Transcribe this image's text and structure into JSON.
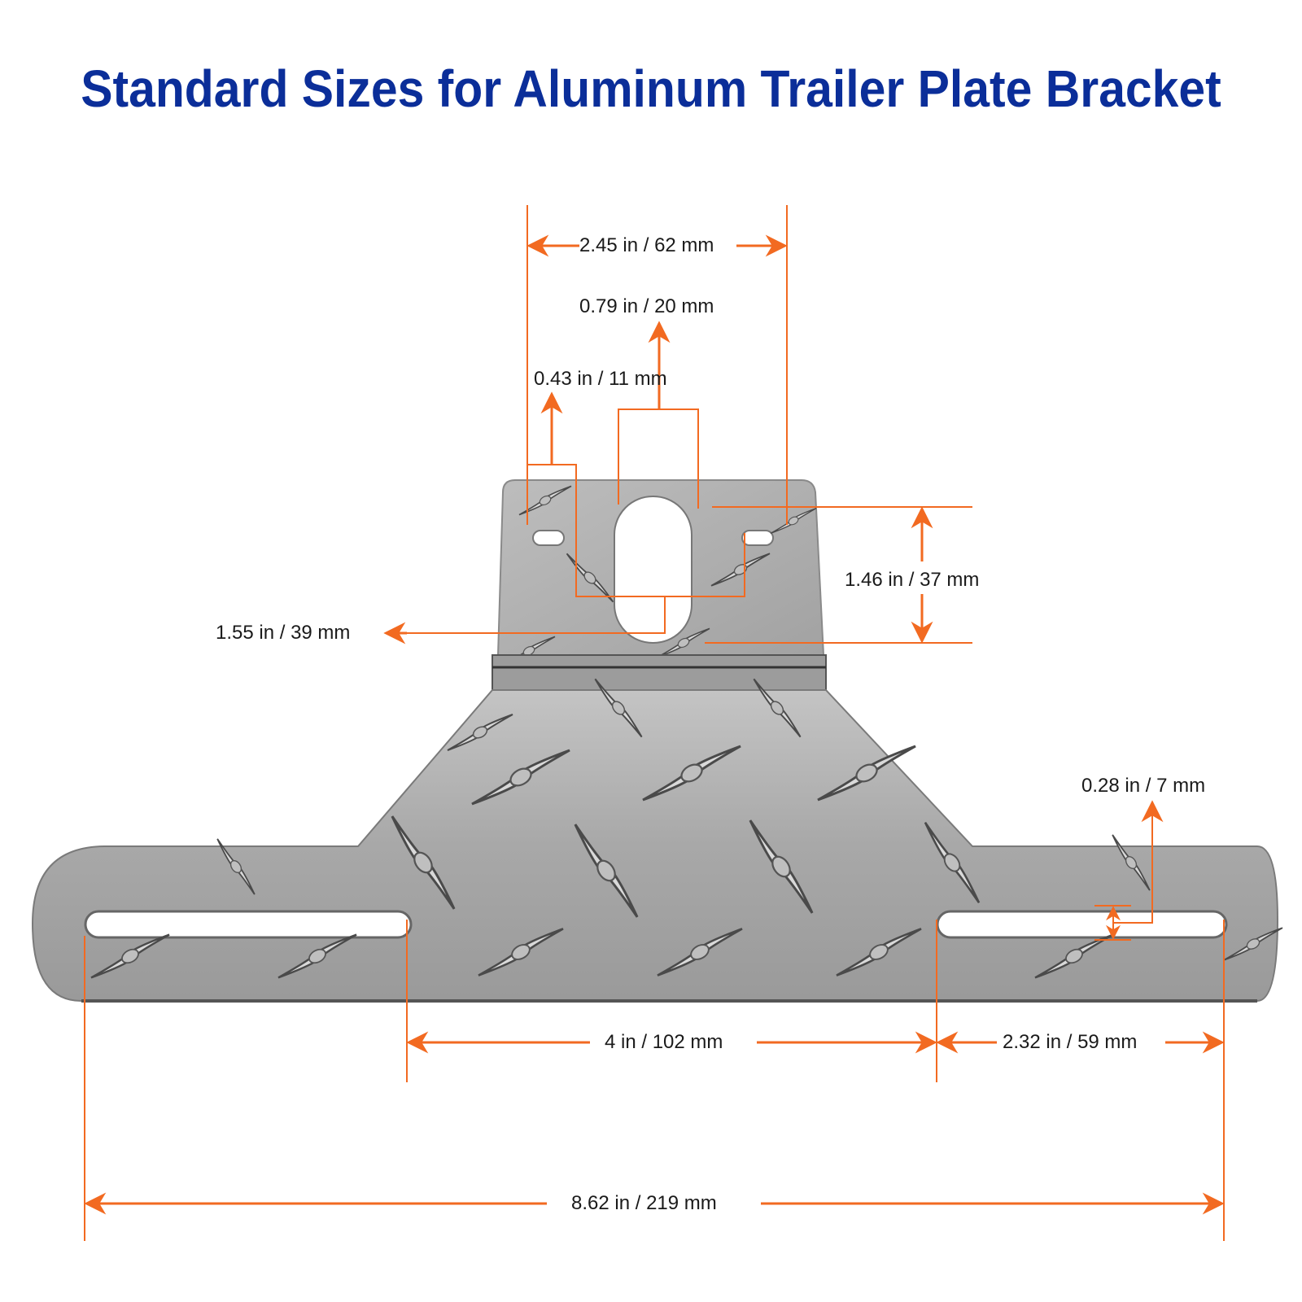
{
  "title": "Standard Sizes for Aluminum Trailer Plate Bracket",
  "colors": {
    "title": "#0b2e99",
    "dimension_lines": "#f26a21",
    "metal": "#a9a9a9",
    "metal_dark": "#6e6e6e",
    "text": "#1a1a1a"
  },
  "dimensions": {
    "top_hole_spacing": "2.45 in / 62 mm",
    "center_slot_width": "0.79 in / 20 mm",
    "small_hole_width": "0.43 in / 11 mm",
    "top_tab_height": "1.46 in / 37 mm",
    "center_slot_height": "1.55 in / 39 mm",
    "side_slot_height": "0.28 in / 7 mm",
    "slot_gap": "4 in / 102 mm",
    "side_slot_length": "2.32 in / 59 mm",
    "overall_length": "8.62 in / 219 mm"
  }
}
